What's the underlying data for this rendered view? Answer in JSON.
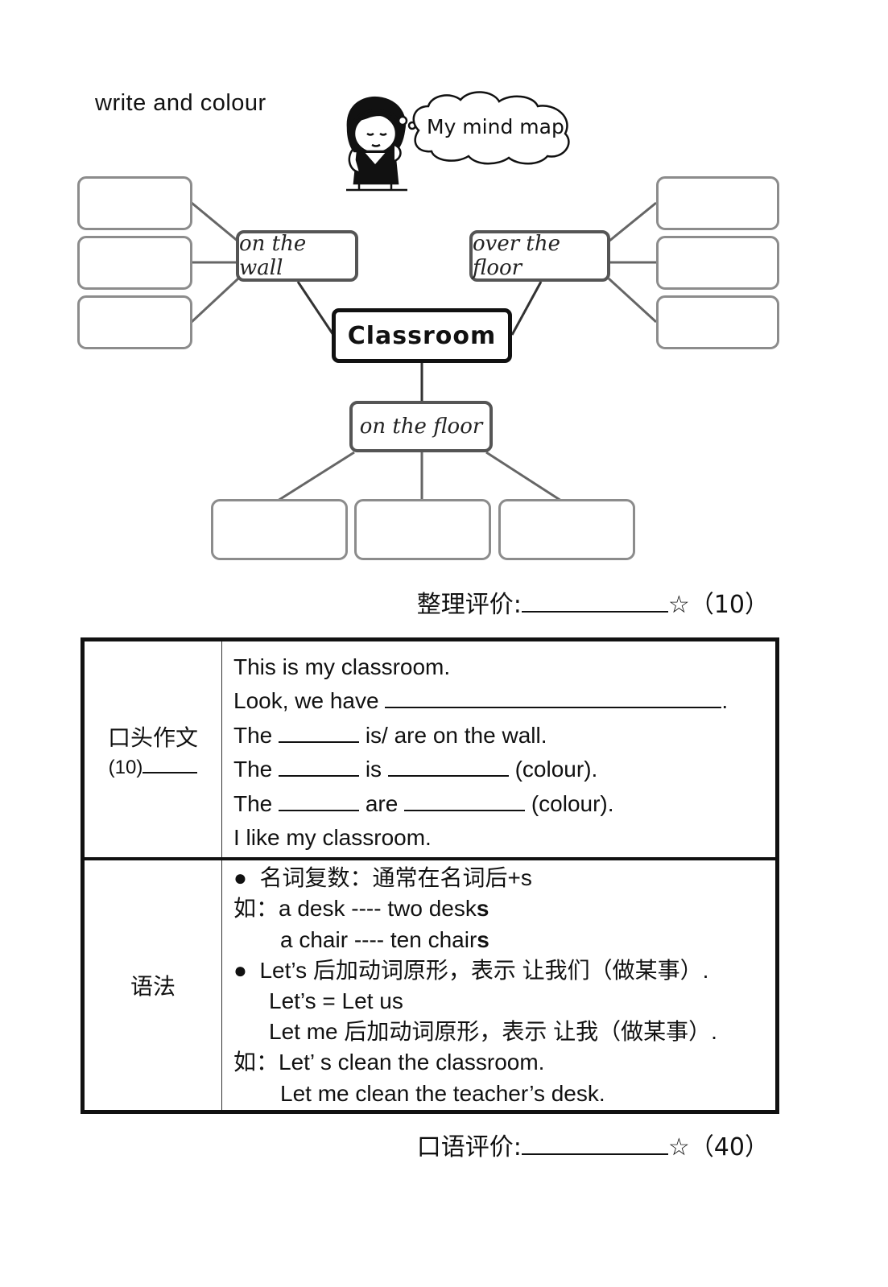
{
  "instruction": "write and colour",
  "mindmap": {
    "title": "My mind map",
    "center": "Classroom",
    "topics": {
      "wall": "on the wall",
      "over_floor": "over the floor",
      "floor": "on the floor"
    }
  },
  "score1": {
    "label": "整理评价:",
    "star": "☆",
    "points": "（10）"
  },
  "table": {
    "row1": {
      "label": "口头作文",
      "sub_label": "(10)",
      "lines": {
        "l1": "This is my classroom.",
        "l2a": "Look, we have",
        "l2b": ".",
        "l3a": "The",
        "l3b": "is/ are on the wall.",
        "l4a": "The",
        "l4b": "is",
        "l4c": "(colour).",
        "l5a": "The",
        "l5b": "are",
        "l5c": "(colour).",
        "l6": "I like my classroom."
      }
    },
    "row2": {
      "label": "语法",
      "bullet": "●",
      "g1": "名词复数：通常在名词后+s",
      "g2a": "如：a desk ---- two desk",
      "g2b": "s",
      "g3a": "a chair ---- ten chair",
      "g3b": "s",
      "g4": "Let’s 后加动词原形，表示  让我们（做某事）.",
      "g5": "Let’s = Let us",
      "g6": "Let me 后加动词原形，表示  让我（做某事）.",
      "g7": "如：Let’ s clean the classroom.",
      "g8": "Let me clean the teacher’s desk."
    }
  },
  "score2": {
    "label": "口语评价:",
    "star": "☆",
    "points": "（40）"
  }
}
